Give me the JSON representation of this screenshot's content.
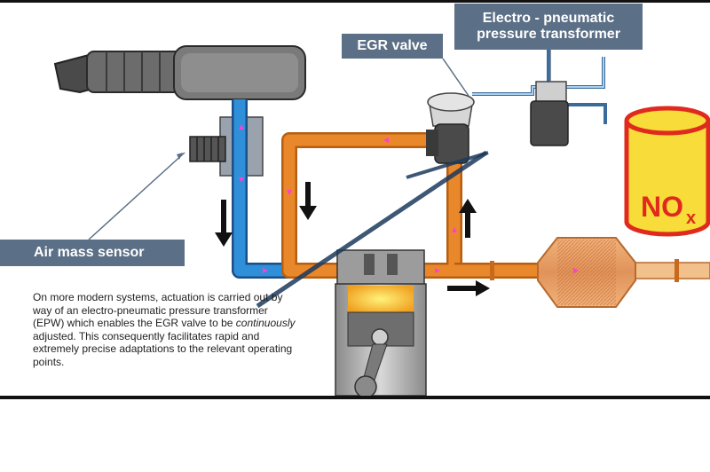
{
  "labels": {
    "epw_line1": "Electro - pneumatic",
    "epw_line2": "pressure transformer",
    "egr_valve": "EGR valve",
    "air_mass_sensor": "Air mass sensor",
    "nox_main": "NO",
    "nox_sub": "x"
  },
  "description": {
    "part1": "On more modern systems, actuation is carried out by way of an electro-pneumatic pressure transformer (EPW) which enables the EGR valve to be ",
    "emphasis": "continuously",
    "part2": " adjusted. This consequently facilitates rapid and extremely precise adaptations to the relevant operating points."
  },
  "colors": {
    "label_bg": "#5b6f86",
    "intake_blue": "#2f8fd8",
    "exhaust_orange": "#e8882a",
    "flow_arrow": "#ff3fd0",
    "nox_yellow": "#f7dc3a",
    "nox_red": "#e02a1e"
  }
}
